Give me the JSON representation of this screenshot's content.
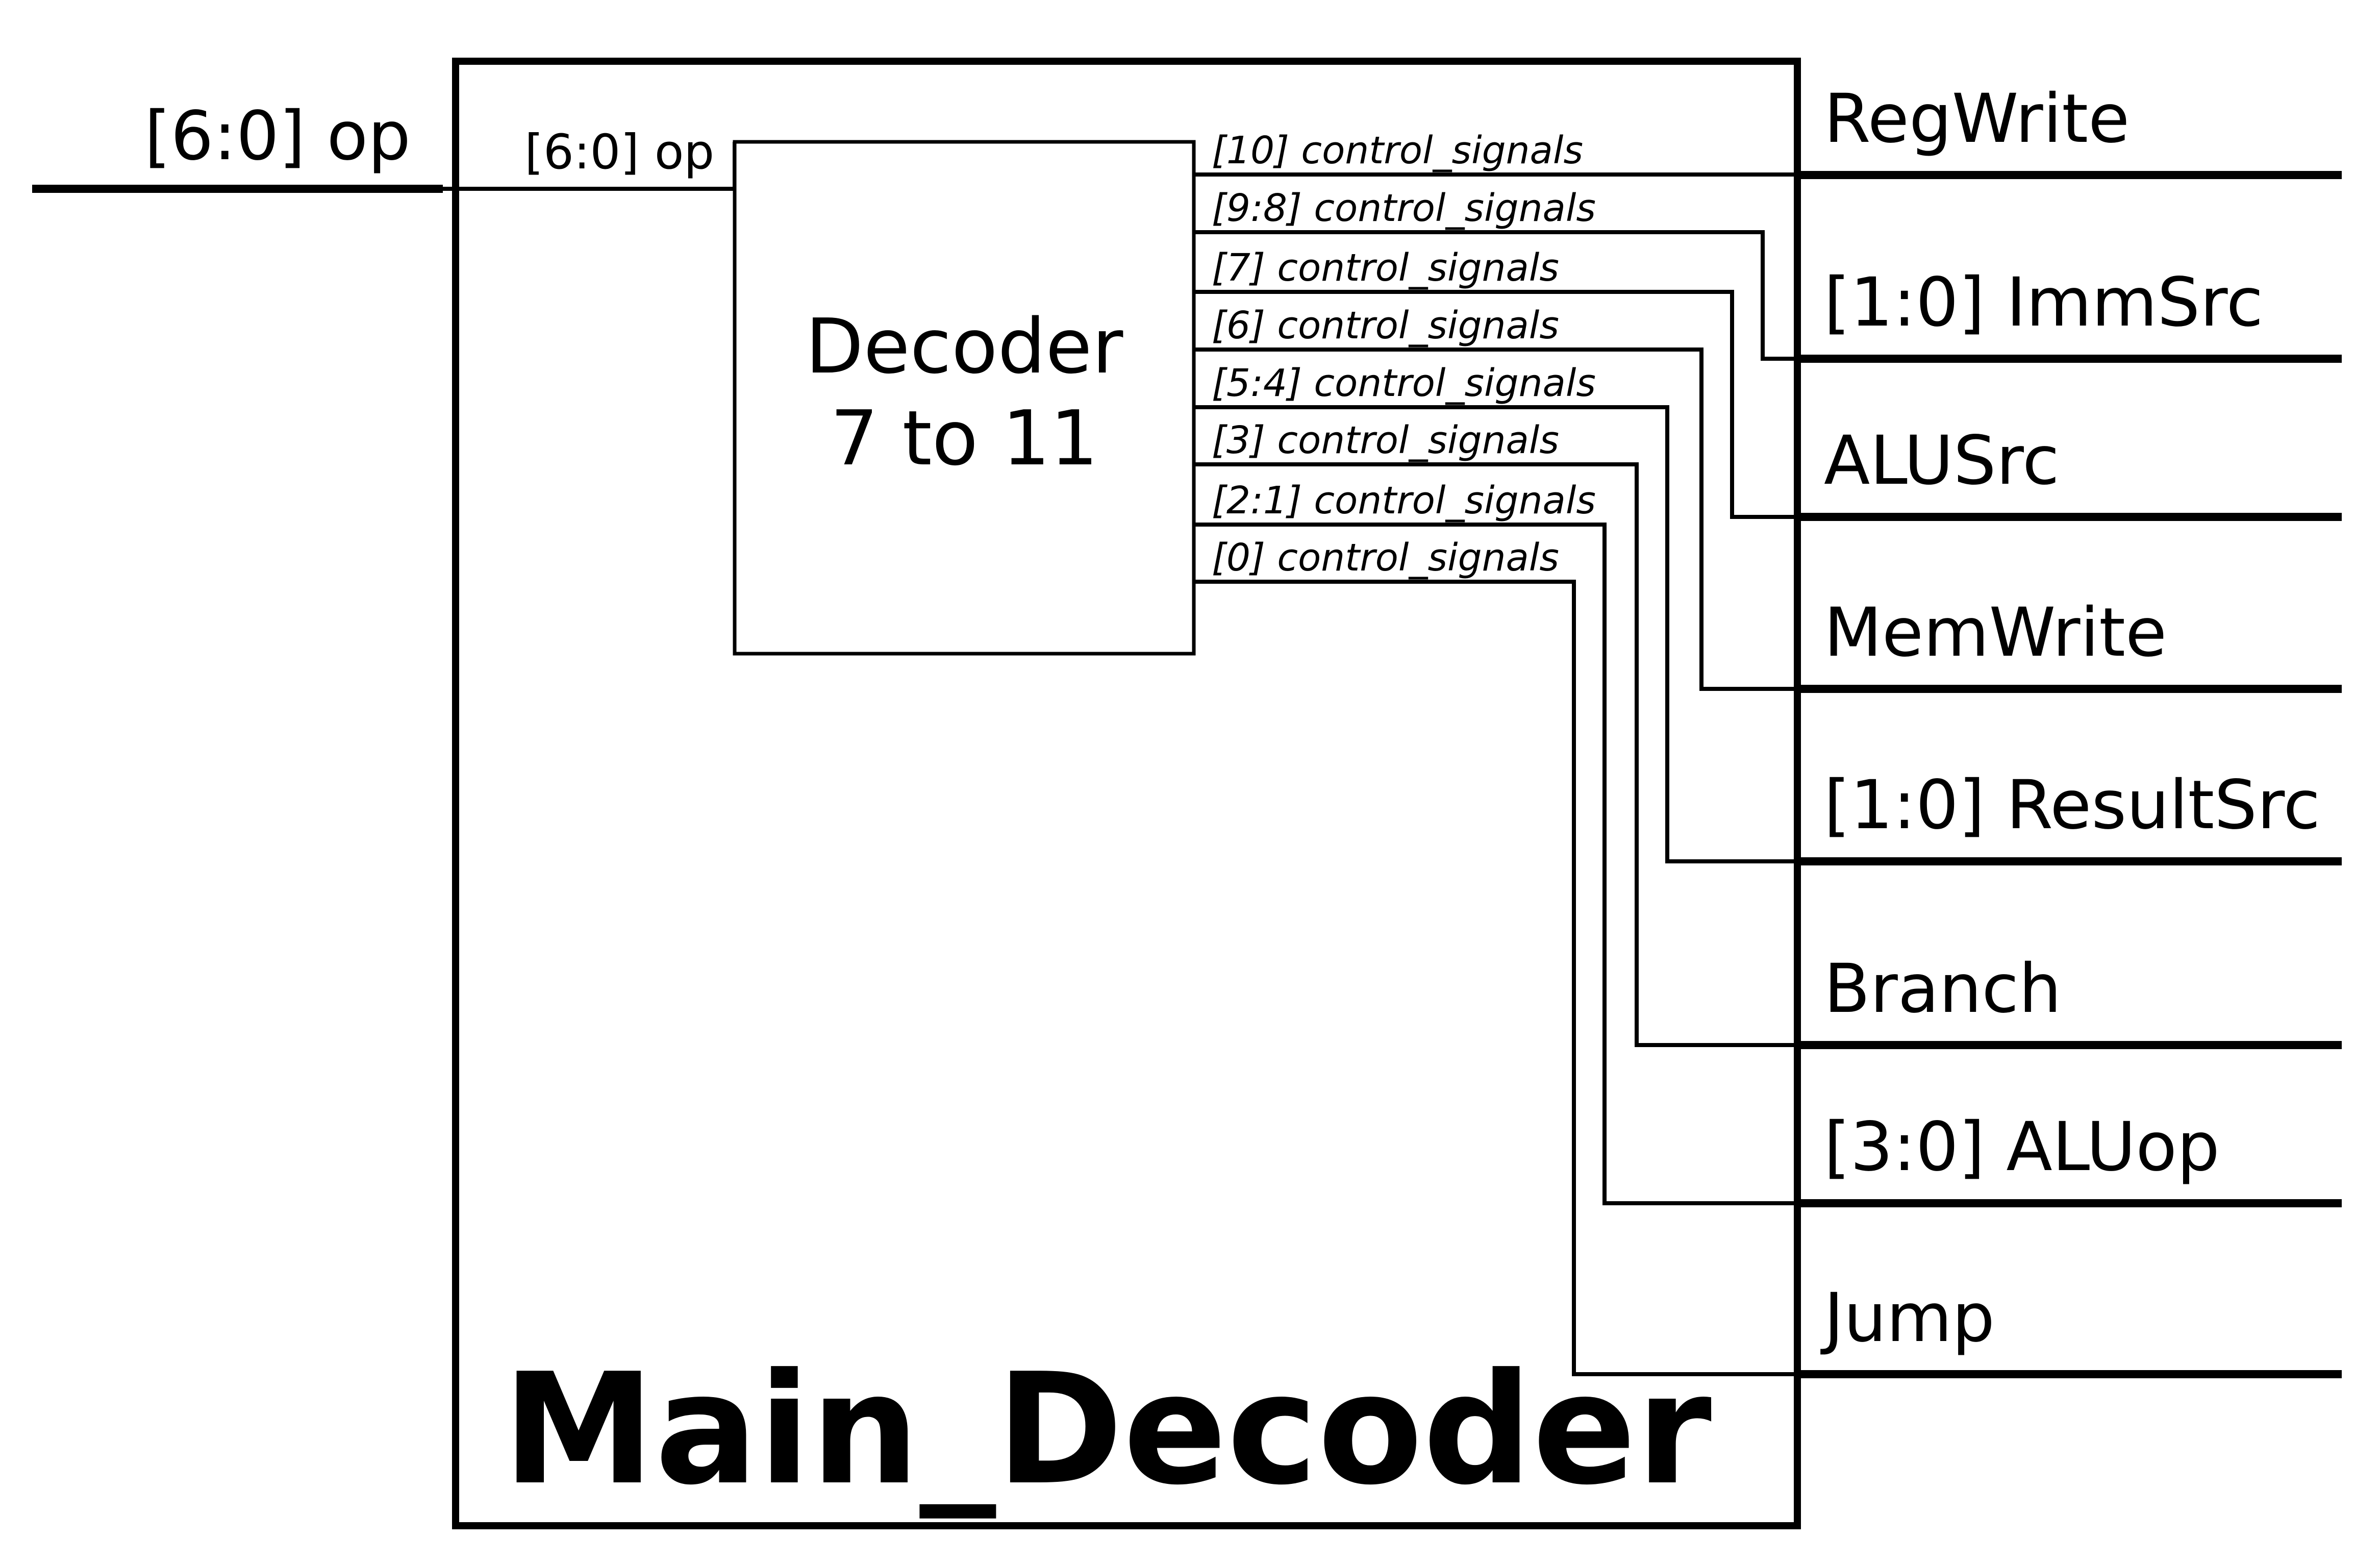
{
  "input": {
    "external_label": "[6:0] op",
    "internal_label": "[6:0] op"
  },
  "decoder": {
    "line1": "Decoder",
    "line2": "7 to 11"
  },
  "block_title": "Main_Decoder",
  "control_signals": [
    "[10] control_signals",
    "[9:8] control_signals",
    "[7] control_signals",
    "[6] control_signals",
    "[5:4] control_signals",
    "[3] control_signals",
    "[2:1] control_signals",
    "[0] control_signals"
  ],
  "outputs": [
    "RegWrite",
    "[1:0] ImmSrc",
    "ALUSrc",
    "MemWrite",
    "[1:0] ResultSrc",
    "Branch",
    "[3:0] ALUop",
    "Jump"
  ],
  "colors": {
    "stroke": "#000000",
    "background": "#ffffff"
  }
}
